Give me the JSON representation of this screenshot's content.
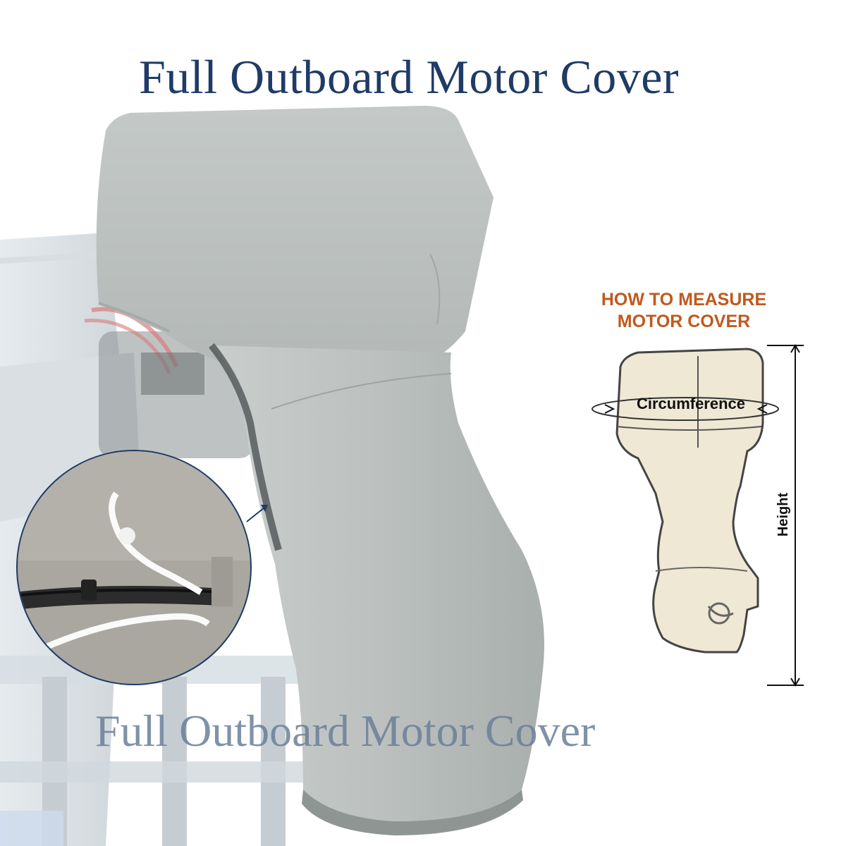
{
  "headline": "Full Outboard Motor Cover",
  "watermark": "Full Outboard Motor Cover",
  "measure_guide": {
    "title_line1": "HOW TO MEASURE",
    "title_line2": "MOTOR COVER",
    "circumference_label": "Circumference",
    "height_label": "Height",
    "title_color": "#c0591e"
  },
  "colors": {
    "headline": "#1f3b66",
    "cover_fabric": "#b9bebc",
    "zoom_circle_border": "#1f3b66"
  }
}
